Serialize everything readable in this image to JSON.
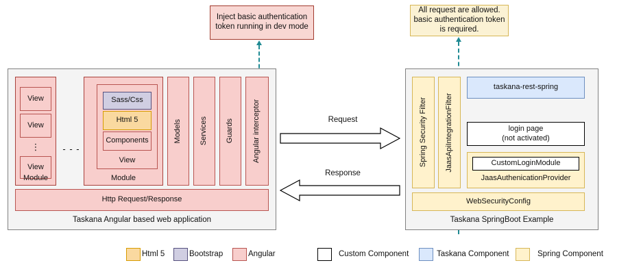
{
  "notes": {
    "angular": "Inject basic authentication token running in dev mode",
    "spring": "All request are allowed. basic authentication token is required."
  },
  "left_panel": {
    "caption": "Taskana Angular based web application",
    "module_a": {
      "label": "Module",
      "views": [
        "View",
        "View",
        "View"
      ],
      "ellipsis_vertical": "⋮"
    },
    "between_modules": "- - -",
    "module_b": {
      "label": "Module",
      "view_label": "View",
      "items": [
        {
          "label": "Sass/Css",
          "kind": "bootstrap"
        },
        {
          "label": "Html 5",
          "kind": "html5"
        },
        {
          "label": "Components",
          "kind": "angular"
        }
      ]
    },
    "columns": [
      "Models",
      "Services",
      "Guards",
      "Angular interceptor"
    ],
    "http_bar": "Http Request/Response"
  },
  "arrows": {
    "request": "Request",
    "response": "Response"
  },
  "right_panel": {
    "caption": "Taskana SpringBoot Example",
    "filters": [
      "Spring Security Filter",
      "JaasApiIntegrationFilter"
    ],
    "rest": "taskana-rest-spring",
    "login_page_line1": "login page",
    "login_page_line2": "(not activated)",
    "jaas_provider": "JaasAuthenicationProvider",
    "custom_login_module": "CustomLoginModule",
    "web_security_config": "WebSecurityConfig"
  },
  "legend": {
    "left_group": [
      {
        "label": "Html 5",
        "kind": "html5"
      },
      {
        "label": "Bootstrap",
        "kind": "bootstrap"
      },
      {
        "label": "Angular",
        "kind": "angular"
      }
    ],
    "right_group": [
      {
        "label": "Custom Component",
        "kind": "custom"
      },
      {
        "label": "Taskana Component",
        "kind": "taskana"
      },
      {
        "label": "Spring Component",
        "kind": "spring"
      }
    ]
  },
  "colors": {
    "angular_fill": "#f8cecc",
    "angular_stroke": "#b85450",
    "bootstrap_fill": "#d0cee2",
    "bootstrap_stroke": "#56517e",
    "html5_fill": "#fad9a0",
    "html5_stroke": "#d79b00",
    "taskana_fill": "#dae8fc",
    "taskana_stroke": "#6c8ebf",
    "spring_fill": "#fff2cc",
    "spring_stroke": "#d6b656",
    "custom_fill": "#ffffff",
    "custom_stroke": "#000000",
    "connector": "#1f8a93",
    "panel_fill": "#f4f4f4",
    "panel_stroke": "#808080"
  }
}
